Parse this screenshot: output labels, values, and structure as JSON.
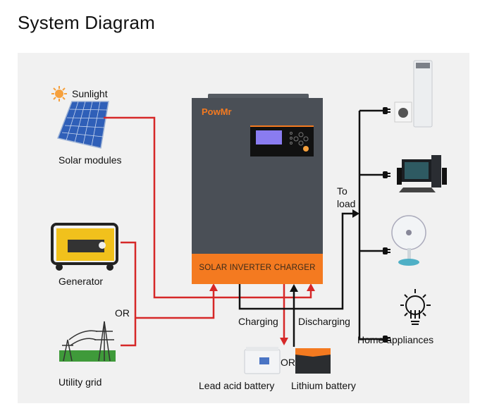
{
  "title": "System Diagram",
  "inverter": {
    "brand": "PowMr",
    "label": "SOLAR INVERTER CHARGER"
  },
  "labels": {
    "sunlight": "Sunlight",
    "solar_modules": "Solar modules",
    "generator": "Generator",
    "or_source": "OR",
    "utility_grid": "Utility grid",
    "charging": "Charging",
    "discharging": "Discharging",
    "to_load_1": "To",
    "to_load_2": "load",
    "home_appliances": "Home appliances",
    "or_battery": "OR",
    "lead_acid_battery": "Lead acid battery",
    "lithium_battery": "Lithium battery"
  },
  "colors": {
    "ac_line": "#d62828",
    "dc_line": "#111111",
    "inverter_body": "#4a4f56",
    "inverter_band": "#f47a20"
  }
}
